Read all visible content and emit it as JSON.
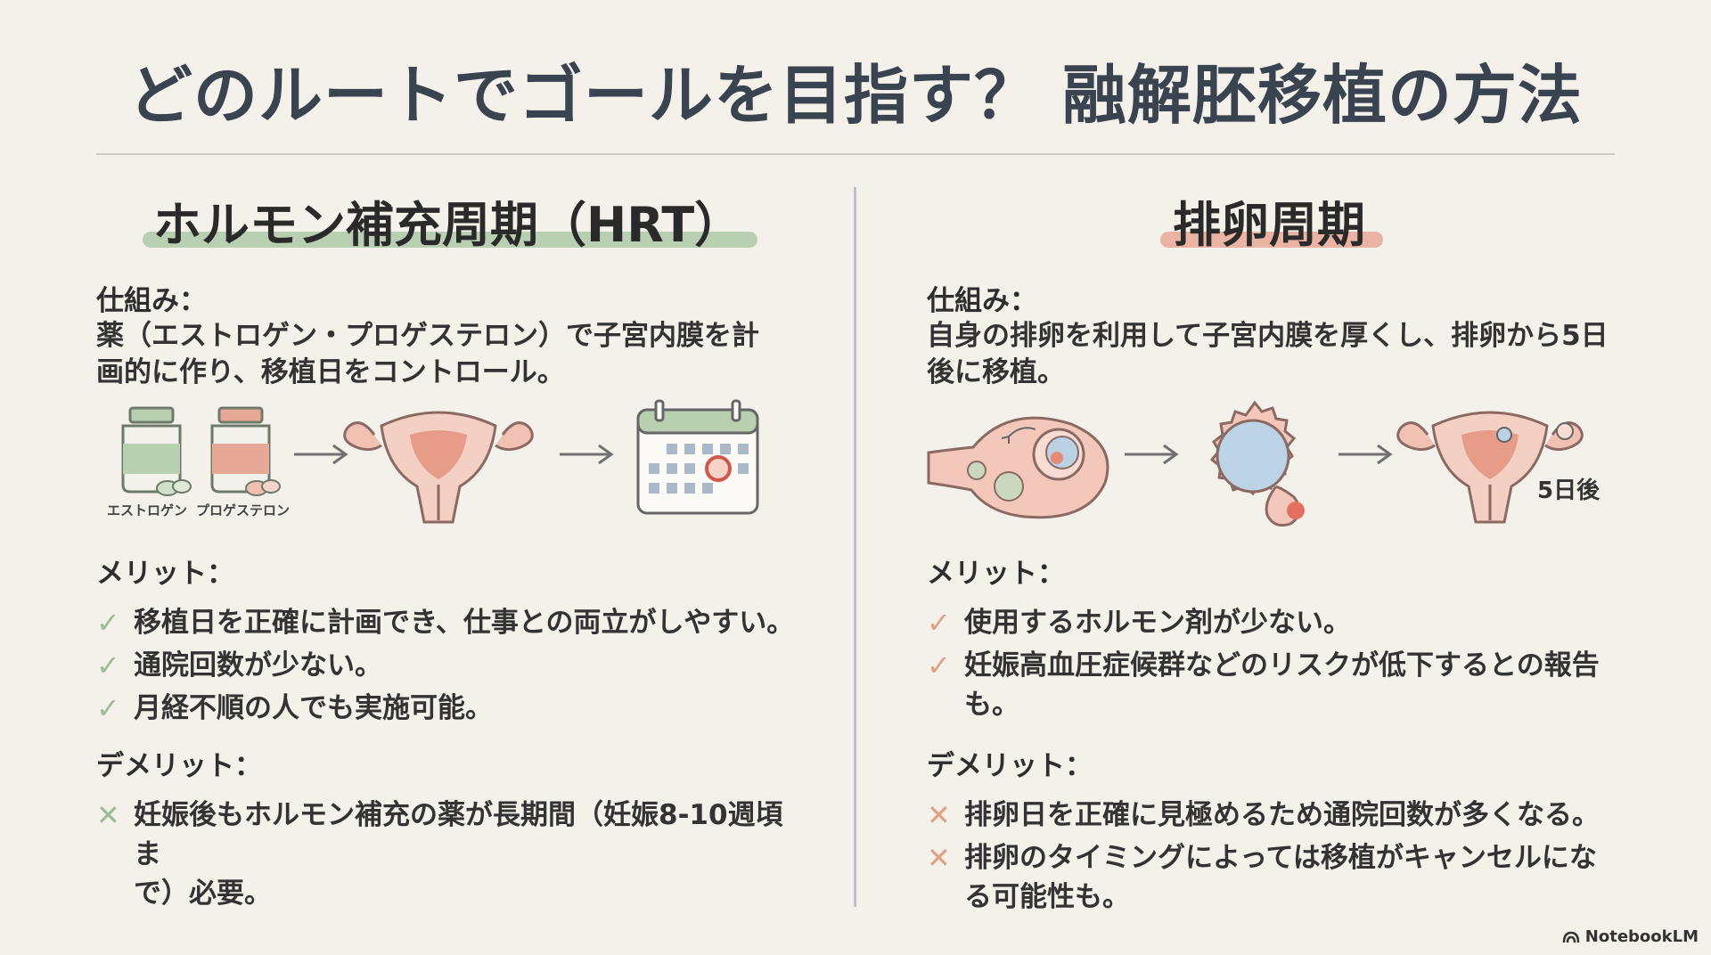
{
  "title": "どのルートでゴールを目指す？ 融解胚移植の方法",
  "left": {
    "heading": "ホルモン補充周期（HRT）",
    "mechanism_label": "仕組み：",
    "mechanism_lines": [
      "薬（エストロゲン・プロゲステロン）で子宮内膜を計",
      "画的に作り、移植日をコントロール。"
    ],
    "illustration": {
      "bottle1_label": "エストロゲン",
      "bottle2_label": "プロゲステロン",
      "icons": [
        "medicine-bottle-icon",
        "arrow-right-icon",
        "uterus-icon",
        "calendar-icon"
      ]
    },
    "merit_label": "メリット：",
    "merits": [
      {
        "mark": "✓",
        "lines": [
          "移植日を正確に計画でき、仕事との両立がしやすい。"
        ]
      },
      {
        "mark": "✓",
        "lines": [
          "通院回数が少ない。"
        ]
      },
      {
        "mark": "✓",
        "lines": [
          "月経不順の人でも実施可能。"
        ]
      }
    ],
    "demerit_label": "デメリット：",
    "demerits": [
      {
        "mark": "✕",
        "lines": [
          "妊娠後もホルモン補充の薬が長期間（妊娠8-10週頃ま",
          "で）必要。"
        ]
      }
    ],
    "accent_color": "#9cbd94"
  },
  "right": {
    "heading": "排卵周期",
    "mechanism_label": "仕組み：",
    "mechanism_lines": [
      "自身の排卵を利用して子宮内膜を厚くし、排卵から5日",
      "後に移植。"
    ],
    "illustration": {
      "day_label": "5日後",
      "icons": [
        "ovary-icon",
        "arrow-right-icon",
        "ovulation-icon",
        "uterus-embryo-icon"
      ]
    },
    "merit_label": "メリット：",
    "merits": [
      {
        "mark": "✓",
        "lines": [
          "使用するホルモン剤が少ない。"
        ]
      },
      {
        "mark": "✓",
        "lines": [
          "妊娠高血圧症候群などのリスクが低下するとの報告",
          "も。"
        ]
      }
    ],
    "demerit_label": "デメリット：",
    "demerits": [
      {
        "mark": "✕",
        "lines": [
          "排卵日を正確に見極めるため通院回数が多くなる。"
        ]
      },
      {
        "mark": "✕",
        "lines": [
          "排卵のタイミングによっては移植がキャンセルにな",
          "る可能性も。"
        ]
      }
    ],
    "accent_color": "#e0a184"
  },
  "logo": "NotebookLM"
}
